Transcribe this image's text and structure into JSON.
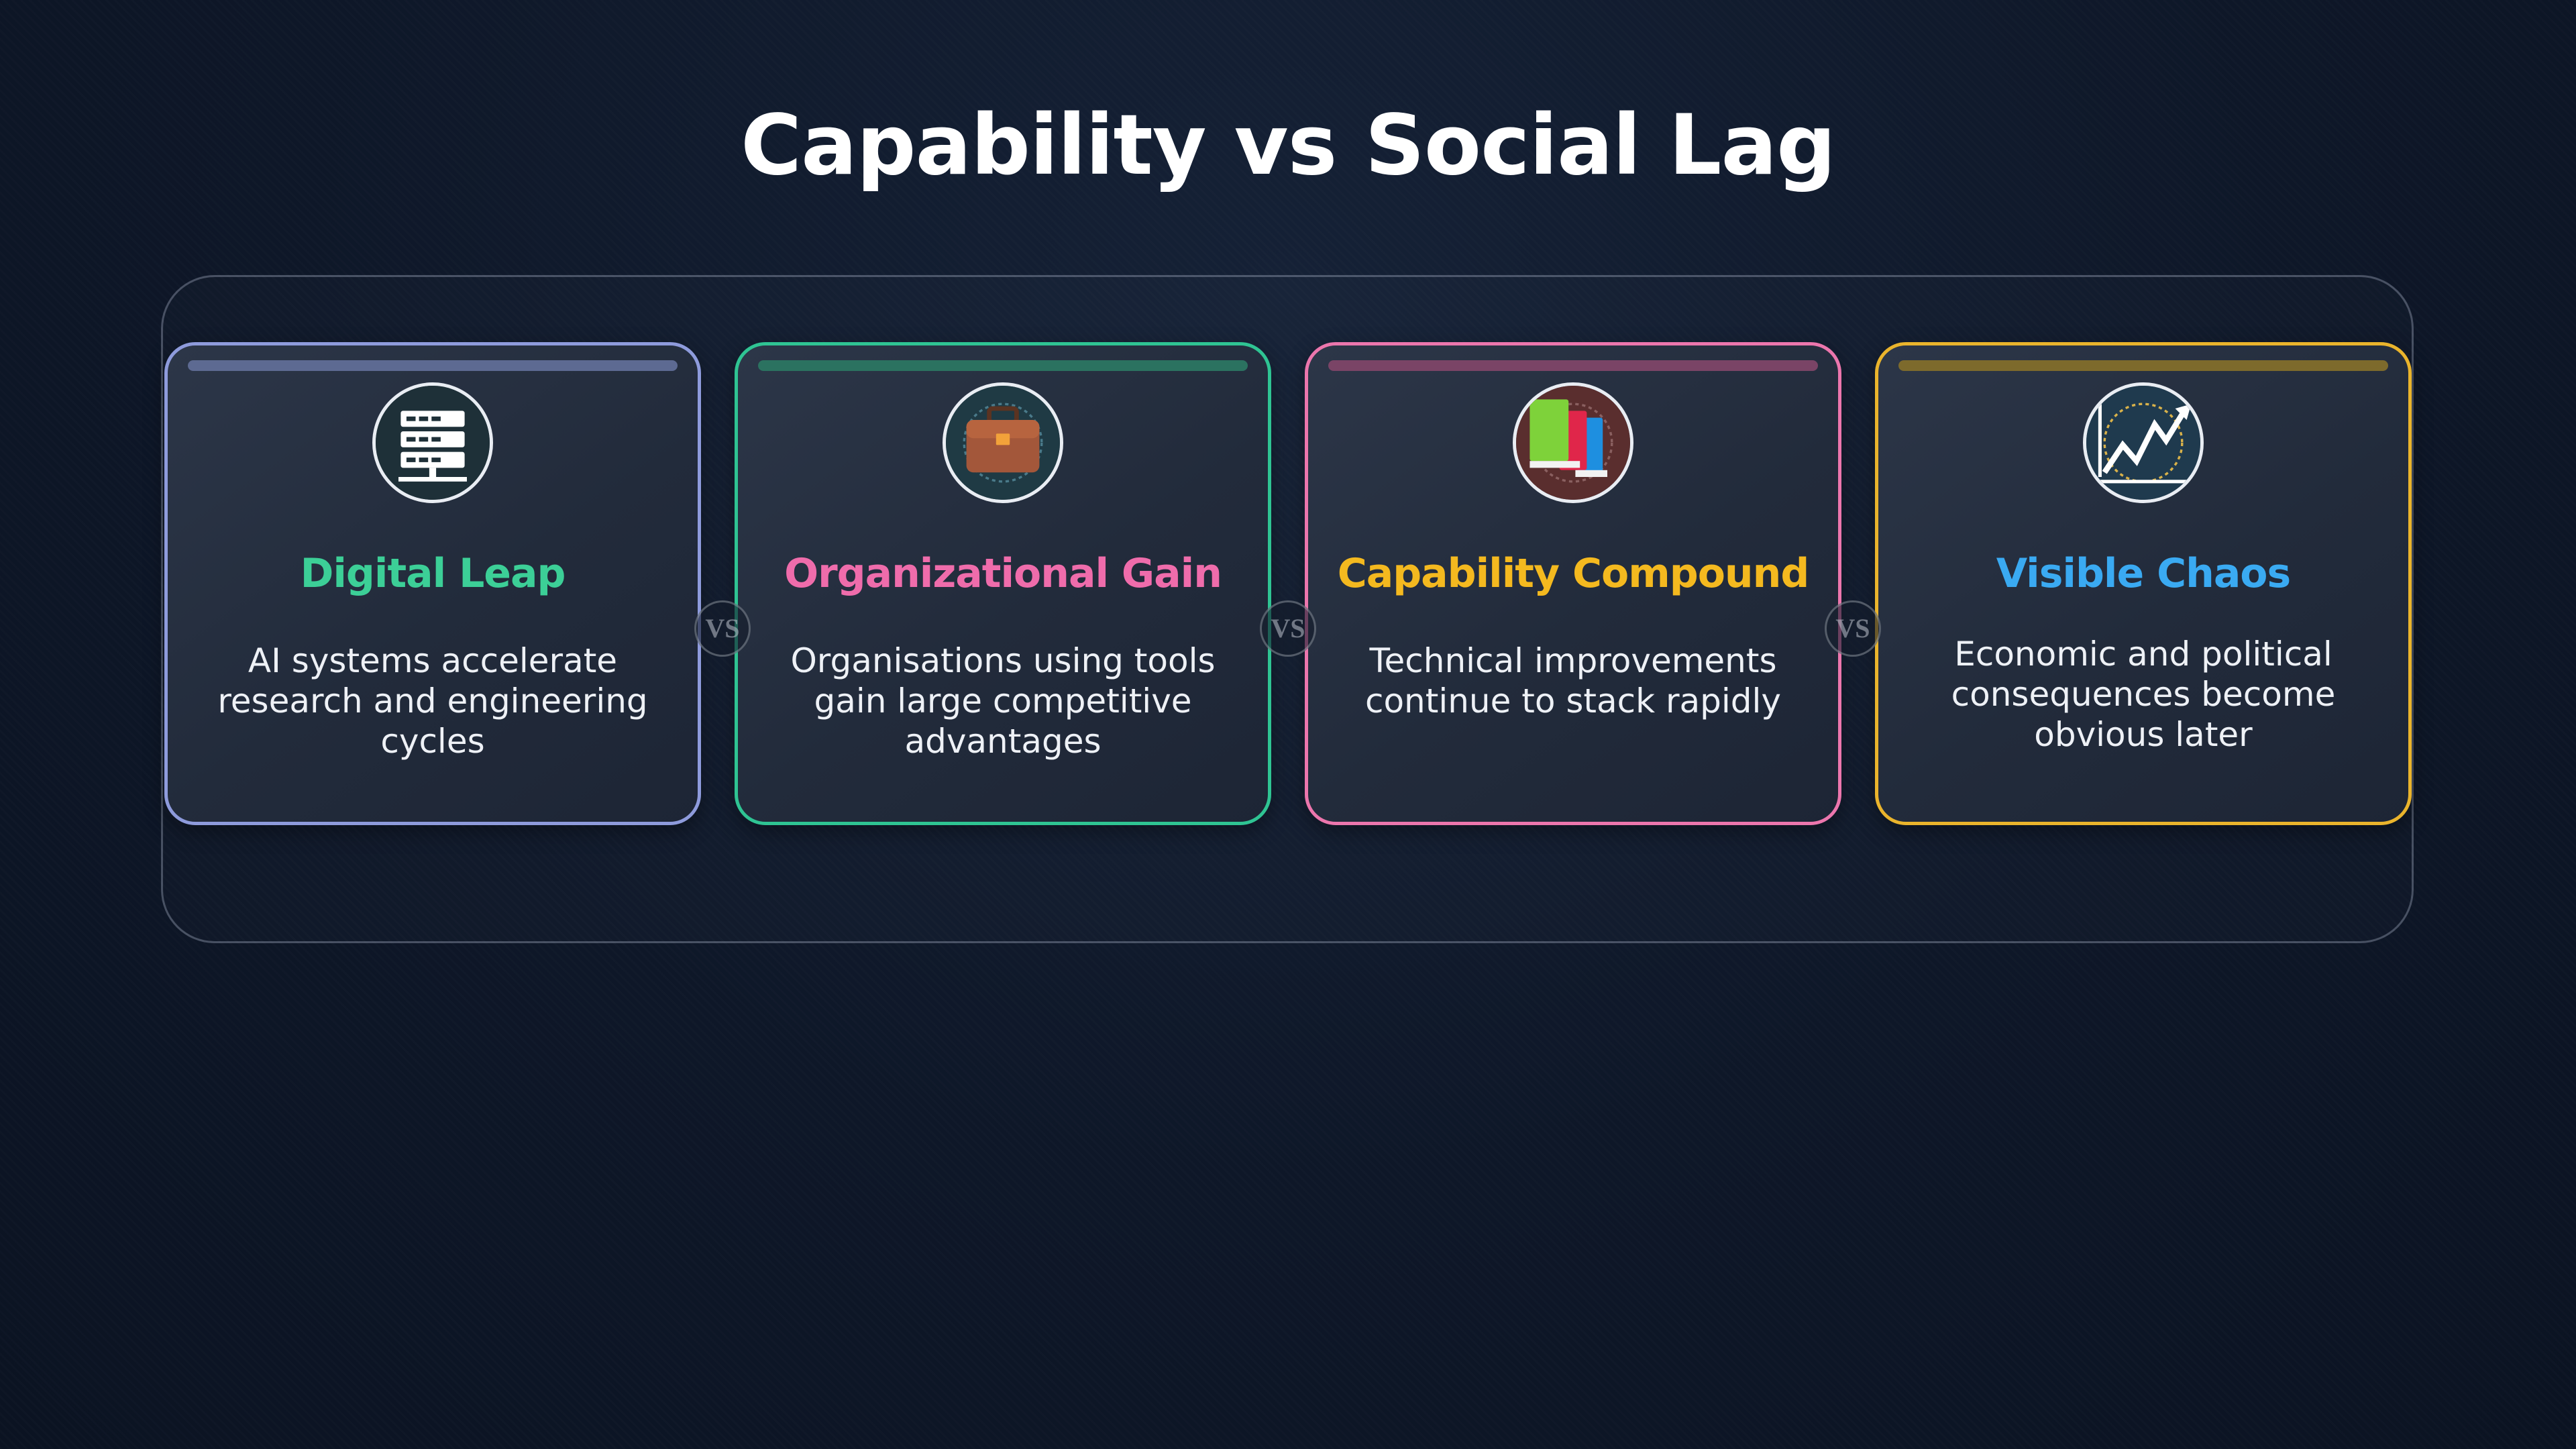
{
  "slide": {
    "title": "Capability vs Social Lag"
  },
  "separator_label": "VS",
  "cards": [
    {
      "title": "Digital Leap",
      "description": "AI systems accelerate research and engineering cycles",
      "icon": "server-rack-icon",
      "border_color": "#8e9bdc",
      "title_color": "#3ccf97"
    },
    {
      "title": "Organizational Gain",
      "description": "Organisations using tools gain large competitive advantages",
      "icon": "briefcase-icon",
      "border_color": "#2fc493",
      "title_color": "#ef6cab"
    },
    {
      "title": "Capability Compound",
      "description": "Technical improvements continue to stack rapidly",
      "icon": "stacked-books-icon",
      "border_color": "#ec76ad",
      "title_color": "#f4b91f"
    },
    {
      "title": "Visible Chaos",
      "description": "Economic and political consequences become obvious later",
      "icon": "rising-chart-icon",
      "border_color": "#eab42c",
      "title_color": "#3aaaf2"
    }
  ]
}
